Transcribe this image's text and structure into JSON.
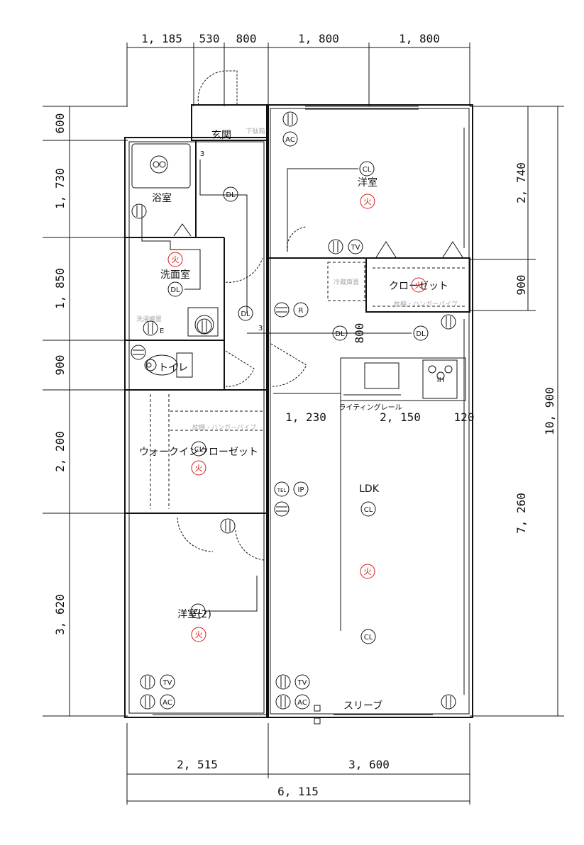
{
  "dimensions": {
    "top": [
      "1, 185",
      "530",
      "800",
      "1, 800",
      "1, 800"
    ],
    "left": [
      "600",
      "1, 730",
      "1, 850",
      "900",
      "2, 200",
      "3, 620"
    ],
    "right": [
      "2, 740",
      "900",
      "10, 900",
      "7, 260"
    ],
    "bottom": [
      "2, 515",
      "3, 600",
      "6, 115"
    ],
    "interior": [
      "1, 230",
      "2, 150",
      "120",
      "800"
    ]
  },
  "rooms": {
    "entrance": "玄関",
    "bath": "浴室",
    "washroom": "洗面室",
    "toilet": "トイレ",
    "western1": "洋室",
    "closet": "クローゼット",
    "walkin": "ウォークインクローゼット",
    "western2": "洋室(2)",
    "ldk": "LDK"
  },
  "labels": {
    "fridge": "冷蔵庫置",
    "hanger1": "枕棚・ハンガーパイプ",
    "hanger2": "枕棚・ハンガーパイプ",
    "laundry": "洗濯機置",
    "shoes": "下駄箱",
    "lighting_rail": "ライティングレール",
    "sleeve": "スリーブ",
    "step1": "3",
    "step2": "3"
  },
  "symbols": {
    "cl": "CL",
    "dl": "DL",
    "ac": "AC",
    "tv": "TV",
    "r": "R",
    "e": "E",
    "tel": "TEL",
    "ip": "IP",
    "fire": "火",
    "ih": "IH"
  }
}
